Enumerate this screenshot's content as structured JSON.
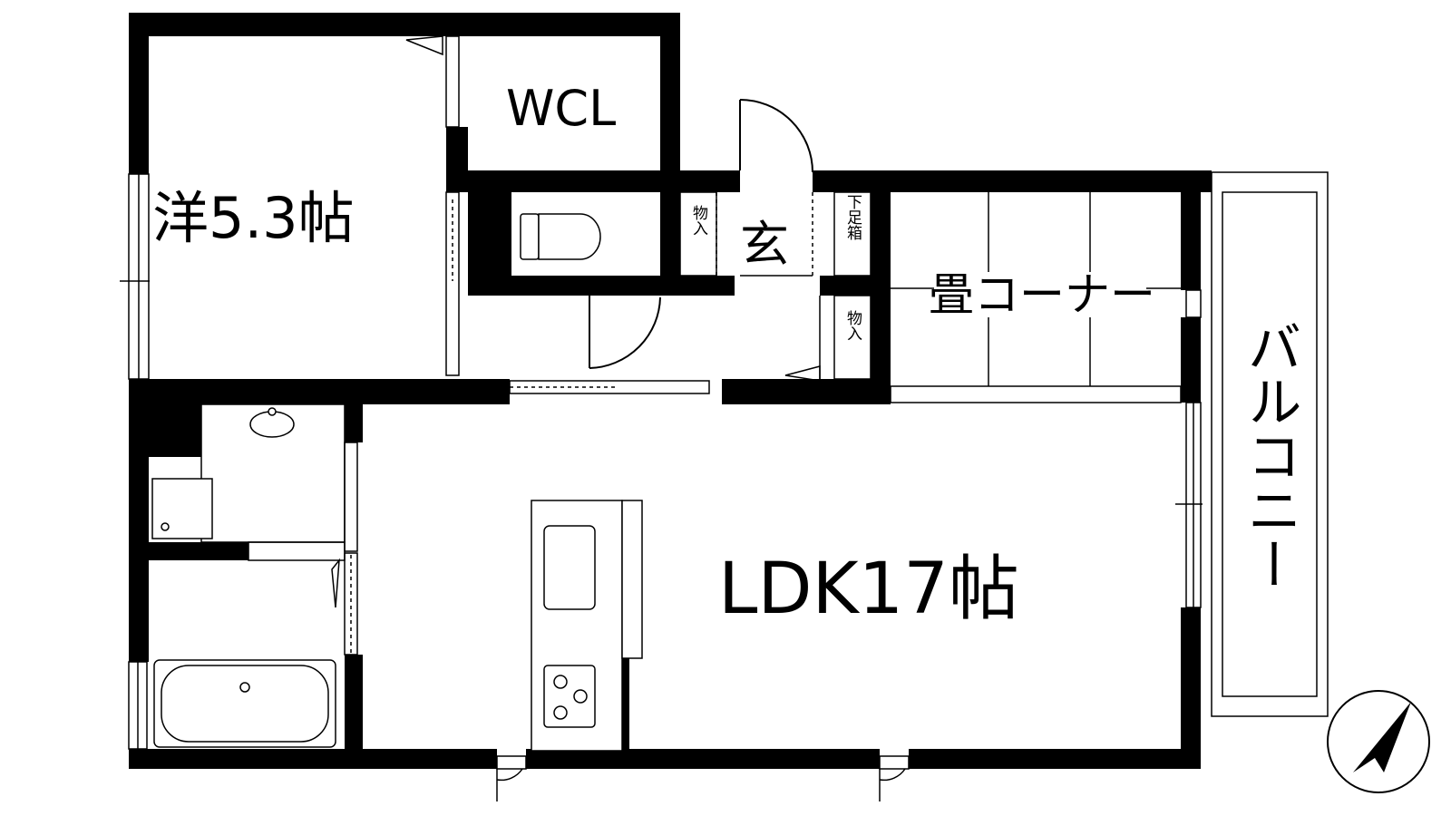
{
  "floorplan": {
    "rooms": {
      "western_room": "洋5.3帖",
      "walk_in_closet": "WCL",
      "entrance": "玄",
      "tatami_corner": "畳コーナー",
      "ldk": "LDK17帖",
      "balcony": "バルコニー"
    },
    "storage": {
      "entrance_storage": "物入",
      "shoe_box": "下足箱",
      "hall_storage": "物入"
    },
    "compass": "north-arrow-icon"
  }
}
